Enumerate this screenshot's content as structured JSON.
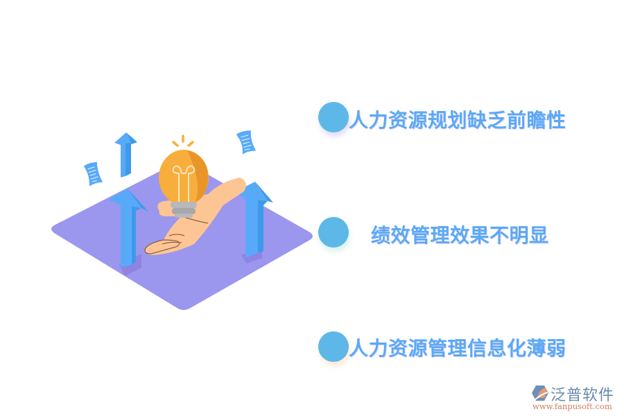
{
  "illustration": {
    "description": "isometric purple platform with hand holding light bulb and upward arrows",
    "colors": {
      "platform": "#9b96ee",
      "arrow_front": "#58aaf9",
      "arrow_side": "#3e9ae8",
      "bulb_light": "#f8ae3c",
      "bulb_dark": "#e8952a",
      "bulb_base": "#b8b8bc",
      "hand": "#fdc594",
      "hand_outline": "#7a4a36",
      "paper": "#58aaf9"
    }
  },
  "points": [
    {
      "label": "人力资源规划缺乏前瞻性",
      "bullet_color": "#5db8e8"
    },
    {
      "label": "绩效管理效果不明显",
      "bullet_color": "#5db8e8"
    },
    {
      "label": "人力资源管理信息化薄弱",
      "bullet_color": "#5db8e8"
    }
  ],
  "text_color": "#5aa9f5",
  "logo": {
    "name": "泛普软件",
    "url": "www.fanpusoft.com",
    "colors": {
      "mark_blue": "#6d90b8",
      "mark_orange": "#e89a78",
      "url": "#d27c5a"
    }
  }
}
